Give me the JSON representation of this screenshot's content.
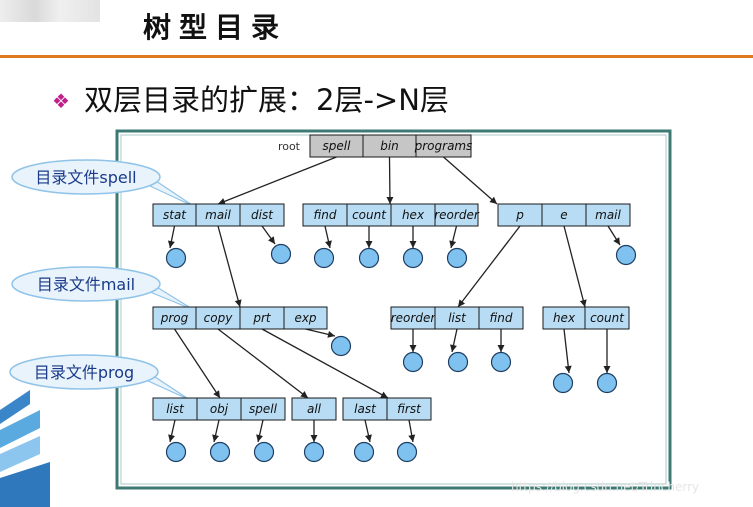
{
  "title": "树型目录",
  "heading": "双层目录的扩展：2层->N层",
  "bullet_glyph": "❖",
  "callouts": [
    "目录文件spell",
    "目录文件mail",
    "目录文件prog"
  ],
  "root_label": "root",
  "directories": {
    "root": [
      "spell",
      "bin",
      "programs"
    ],
    "spell": [
      "stat",
      "mail",
      "dist"
    ],
    "bin": [
      "find",
      "count",
      "hex",
      "reorder"
    ],
    "programs": [
      "p",
      "e",
      "mail"
    ],
    "mail": [
      "prog",
      "copy",
      "prt",
      "exp"
    ],
    "p": [
      "reorder",
      "list",
      "find"
    ],
    "e": [
      "hex",
      "count"
    ],
    "prog": [
      "list",
      "obj",
      "spell"
    ],
    "copy": [
      "all"
    ],
    "prt": [
      "last",
      "first"
    ]
  },
  "watermark": "https://blog.csdn.net/Trincherry",
  "colors": {
    "rule": "#e07a20",
    "root_cell": "#c6c6c6",
    "dir_cell": "#b8dcf4",
    "file_node": "#7fc2ef",
    "border": "#1a1a1a",
    "callout_fill": "#e8f3fc",
    "callout_stroke": "#8fc3e8",
    "bullet": "#c0208a"
  }
}
